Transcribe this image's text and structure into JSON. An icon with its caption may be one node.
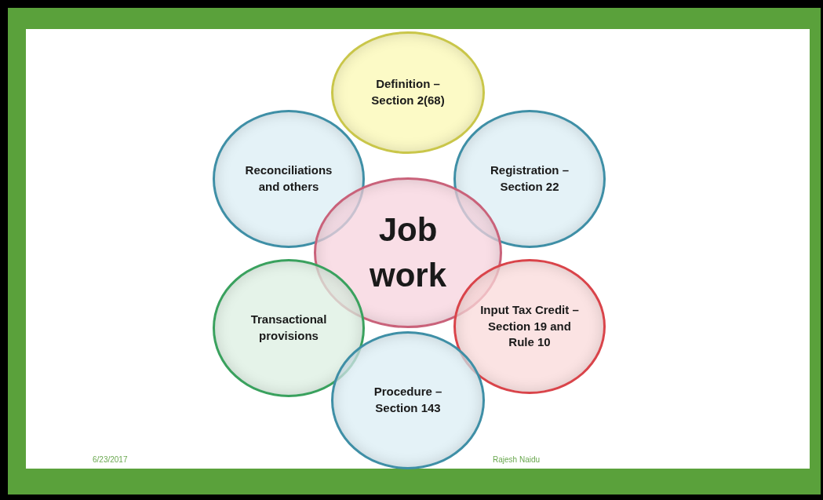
{
  "diagram": {
    "nodes": [
      {
        "text": [
          "Definition – Section 2(68)"
        ]
      },
      {
        "text": [
          "Reconciliations and others"
        ]
      },
      {
        "text": [
          "Registration – Section 22"
        ]
      },
      {
        "text": [
          "Job work"
        ]
      },
      {
        "text": [
          "Transactional provisions"
        ]
      },
      {
        "text": [
          "Input Tax Credit – Section 19 and Rule 10"
        ]
      },
      {
        "text": [
          "Procedure – Section 143"
        ]
      }
    ],
    "labels": [
      "6/23/2017",
      "Rajesh Naidu"
    ]
  }
}
